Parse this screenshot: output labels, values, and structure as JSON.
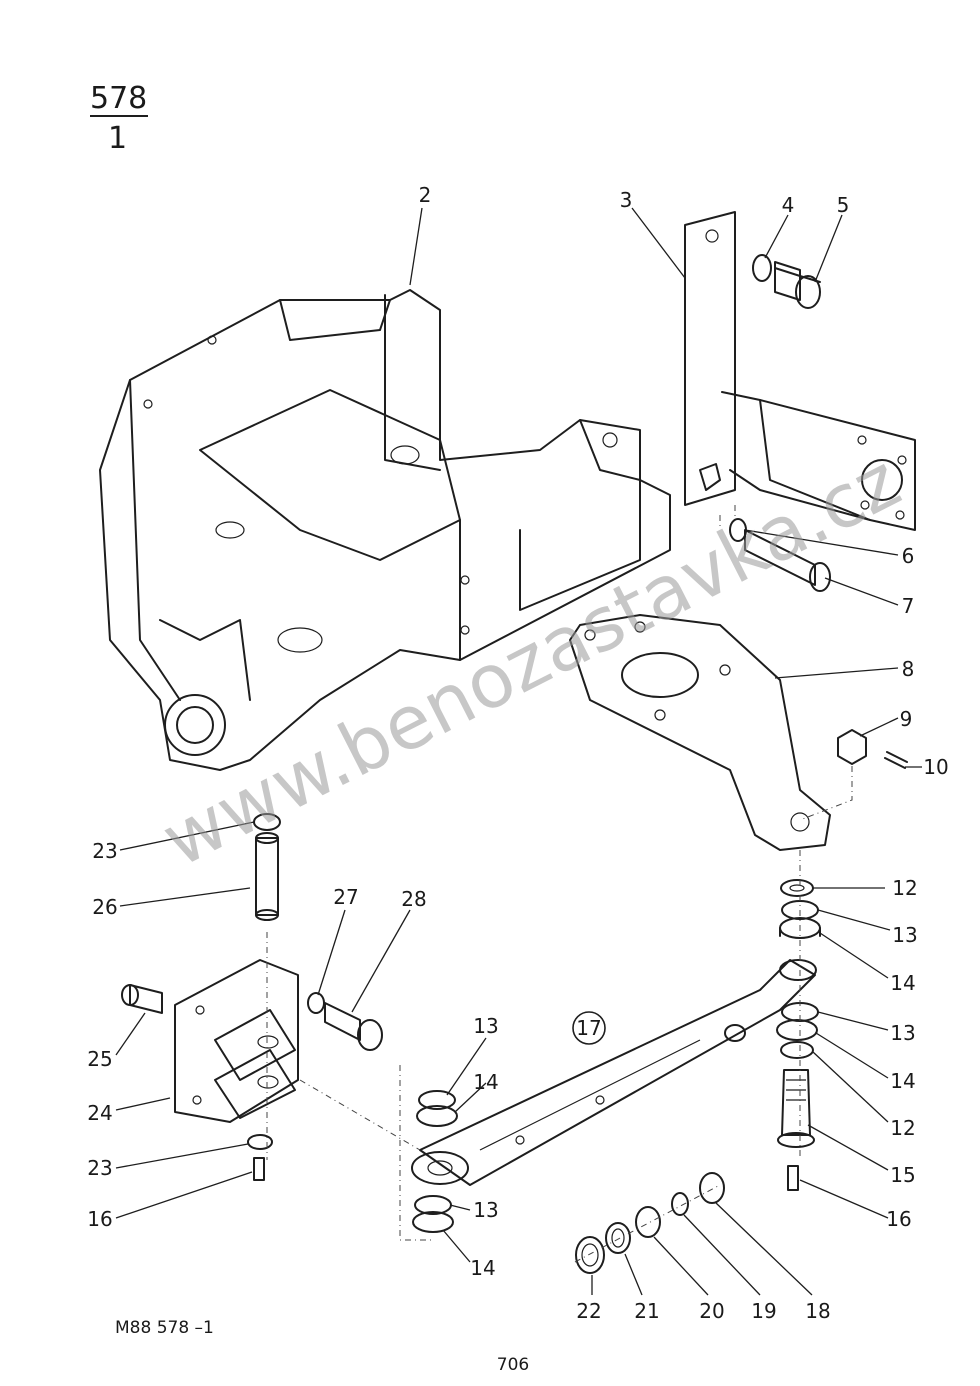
{
  "header": {
    "group_number": "578",
    "sub_number": "1"
  },
  "callouts": [
    {
      "id": "c2",
      "text": "2"
    },
    {
      "id": "c3",
      "text": "3"
    },
    {
      "id": "c4",
      "text": "4"
    },
    {
      "id": "c5",
      "text": "5"
    },
    {
      "id": "c6",
      "text": "6"
    },
    {
      "id": "c7",
      "text": "7"
    },
    {
      "id": "c8",
      "text": "8"
    },
    {
      "id": "c9",
      "text": "9"
    },
    {
      "id": "c10",
      "text": "10"
    },
    {
      "id": "c12a",
      "text": "12"
    },
    {
      "id": "c13a",
      "text": "13"
    },
    {
      "id": "c14a",
      "text": "14"
    },
    {
      "id": "c13b",
      "text": "13"
    },
    {
      "id": "c14b",
      "text": "14"
    },
    {
      "id": "c12b",
      "text": "12"
    },
    {
      "id": "c15",
      "text": "15"
    },
    {
      "id": "c16a",
      "text": "16"
    },
    {
      "id": "c23a",
      "text": "23"
    },
    {
      "id": "c26",
      "text": "26"
    },
    {
      "id": "c27",
      "text": "27"
    },
    {
      "id": "c28",
      "text": "28"
    },
    {
      "id": "c25",
      "text": "25"
    },
    {
      "id": "c24",
      "text": "24"
    },
    {
      "id": "c23b",
      "text": "23"
    },
    {
      "id": "c16b",
      "text": "16"
    },
    {
      "id": "c13c",
      "text": "13"
    },
    {
      "id": "c14c",
      "text": "14"
    },
    {
      "id": "c13d",
      "text": "13"
    },
    {
      "id": "c14d",
      "text": "14"
    },
    {
      "id": "c22",
      "text": "22"
    },
    {
      "id": "c21",
      "text": "21"
    },
    {
      "id": "c20",
      "text": "20"
    },
    {
      "id": "c19",
      "text": "19"
    },
    {
      "id": "c18",
      "text": "18"
    }
  ],
  "assembly_callout": "17",
  "footer": {
    "drawing_code": "M88  578 –1",
    "page_number": "706"
  },
  "watermark": "www.benozastavka.cz"
}
